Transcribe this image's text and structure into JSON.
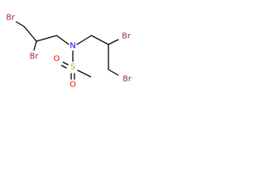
{
  "molecule": {
    "atoms": [
      {
        "id": "br1",
        "symbol": "Br",
        "color": "#a52a2a"
      },
      {
        "id": "br2",
        "symbol": "Br",
        "color": "#a52a2a"
      },
      {
        "id": "n",
        "symbol": "N",
        "color": "#0000ff"
      },
      {
        "id": "br3",
        "symbol": "Br",
        "color": "#a52a2a"
      },
      {
        "id": "s",
        "symbol": "S",
        "color": "#b8b800"
      },
      {
        "id": "o1",
        "symbol": "O",
        "color": "#ff0000"
      },
      {
        "id": "o2",
        "symbol": "O",
        "color": "#ff0000"
      },
      {
        "id": "br4",
        "symbol": "Br",
        "color": "#a52a2a"
      }
    ]
  }
}
